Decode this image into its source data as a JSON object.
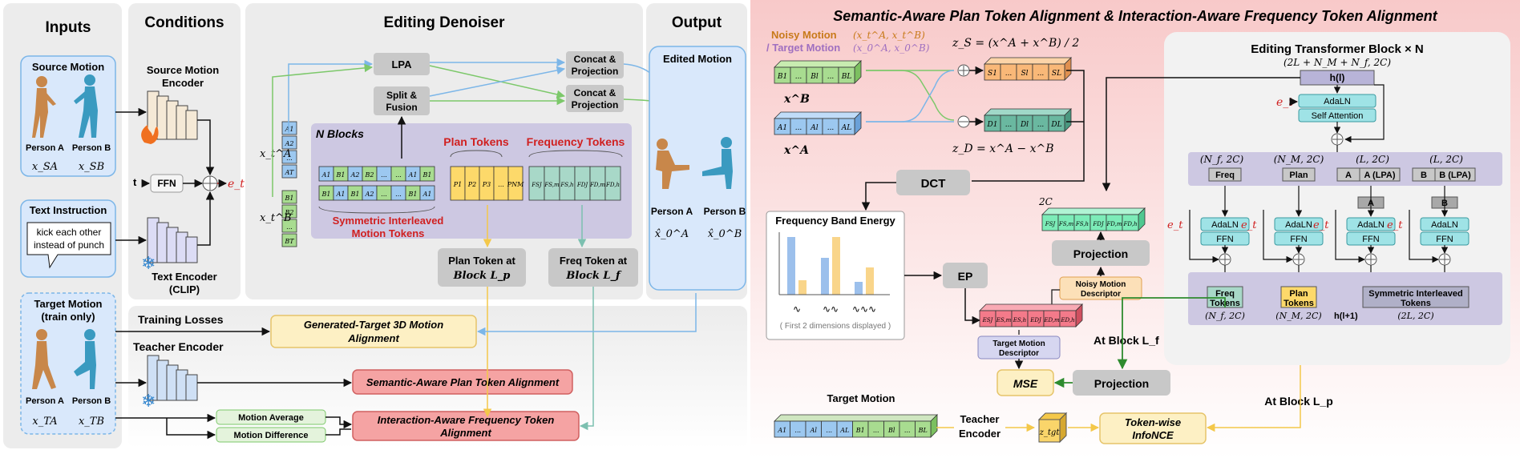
{
  "panels": {
    "inputs": "Inputs",
    "conditions": "Conditions",
    "editing_denoiser": "Editing Denoiser",
    "output": "Output"
  },
  "inputs": {
    "source_motion": "Source Motion",
    "person_a": "Person A",
    "person_b": "Person B",
    "x_sa": "x_SA",
    "x_sb": "x_SB",
    "text_instruction": "Text Instruction",
    "instruction_line1": "kick each other",
    "instruction_line2": "instead of punch",
    "target_motion": "Target Motion",
    "train_only": "(train only)",
    "x_ta": "x_TA",
    "x_tb": "x_TB"
  },
  "conditions": {
    "source_encoder_line1": "Source Motion",
    "source_encoder_line2": "Encoder",
    "t": "t",
    "ffn": "FFN",
    "e_t": "e_t",
    "text_encoder_line1": "Text Encoder",
    "text_encoder_line2": "(CLIP)",
    "teacher_encoder": "Teacher Encoder",
    "motion_average": "Motion Average",
    "motion_difference": "Motion Difference"
  },
  "denoiser": {
    "lpa": "LPA",
    "split_fusion_line1": "Split &",
    "split_fusion_line2": "Fusion",
    "concat_line1": "Concat &",
    "concat_line2": "Projection",
    "n_blocks": "N Blocks",
    "plan_tokens": "Plan Tokens",
    "frequency_tokens": "Frequency Tokens",
    "sym_line1": "Symmetric Interleaved",
    "sym_line2": "Motion Tokens",
    "x_ta_t": "x_t^A",
    "x_tb_t": "x_t^B",
    "stack_a": [
      "A1",
      "A2",
      "...",
      "AT"
    ],
    "stack_b": [
      "B1",
      "B2",
      "...",
      "BT"
    ],
    "row_top": [
      "A1",
      "B1",
      "A2",
      "B2",
      "...",
      "...",
      "A1",
      "B1"
    ],
    "row_bot": [
      "B1",
      "A1",
      "B1",
      "A2",
      "...",
      "...",
      "B1",
      "A1"
    ],
    "plan_cells": [
      "P1",
      "P2",
      "P3",
      "...",
      "PNM"
    ],
    "freq_cells": [
      "FSJ",
      "FS,m",
      "FS,h",
      "FDJ",
      "FD,m",
      "FD,h"
    ],
    "plan_token_block_line1": "Plan Token at",
    "plan_token_block_line2": "Block L_p",
    "freq_token_block_line1": "Freq Token at",
    "freq_token_block_line2": "Block L_f"
  },
  "output": {
    "edited_motion": "Edited Motion",
    "person_a": "Person A",
    "person_b": "Person B",
    "x0a": "x̂_0^A",
    "x0b": "x̂_0^B"
  },
  "losses": {
    "title": "Training Losses",
    "gen_line1": "Generated-Target 3D Motion",
    "gen_line2": "Alignment",
    "semantic": "Semantic-Aware Plan Token Alignment",
    "interaction_line1": "Interaction-Aware Frequency Token",
    "interaction_line2": "Alignment"
  },
  "right": {
    "title": "Semantic-Aware Plan Token Alignment & Interaction-Aware Frequency Token Alignment",
    "noisy_motion": "Noisy Motion",
    "noisy_motion_sym": "(x_t^A, x_t^B)",
    "target_motion_lbl": "/ Target Motion",
    "target_motion_sym": "(x_0^A, x_0^B)",
    "xb_cells": [
      "B1",
      "...",
      "Bl",
      "...",
      "BL"
    ],
    "xa_cells": [
      "A1",
      "...",
      "Al",
      "...",
      "AL"
    ],
    "xb": "x^B",
    "xa": "x^A",
    "zs_eq": "z_S = (x^A + x^B) / 2",
    "zd_eq": "z_D = x^A − x^B",
    "zs_cells": [
      "S1",
      "...",
      "Sl",
      "...",
      "SL"
    ],
    "zd_cells": [
      "D1",
      "...",
      "Dl",
      "...",
      "DL"
    ],
    "dct": "DCT",
    "fbe_title": "Frequency Band Energy",
    "fbe_note": "( First 2 dimensions displayed )",
    "fbe_ticks": [
      "∿",
      "∿∿",
      "∿∿∿"
    ],
    "ep": "EP",
    "two_c": "2C",
    "proj_cells": [
      "FSJ",
      "FS,m",
      "FS,h",
      "FDJ",
      "FD,m",
      "FD,h"
    ],
    "red_cells": [
      "ESJ",
      "ES,m",
      "ES,h",
      "EDJ",
      "ED,m",
      "ED,h"
    ],
    "projection": "Projection",
    "noisy_desc_line1": "Noisy Motion",
    "noisy_desc_line2": "Descriptor",
    "target_desc_line1": "Target Motion",
    "target_desc_line2": "Descriptor",
    "at_block_lf": "At Block L_f",
    "mse": "MSE",
    "projection2": "Projection",
    "target_motion": "Target Motion",
    "teacher_line1": "Teacher",
    "teacher_line2": "Encoder",
    "z_tgt": "z_tgt",
    "infonce_line1": "Token-wise",
    "infonce_line2": "InfoNCE",
    "at_block_lp": "At Block L_p",
    "bottom_cells": [
      "A1",
      "...",
      "Al",
      "...",
      "AL",
      "B1",
      "...",
      "Bl",
      "...",
      "BL"
    ]
  },
  "block": {
    "title": "Editing Transformer Block × N",
    "dims": "(2L + N_M + N_f, 2C)",
    "h_in": "h(l)",
    "et": "e_t",
    "adaln": "AdaLN",
    "self_attention": "Self Attention",
    "col_dims": [
      "(N_f, 2C)",
      "(N_M, 2C)",
      "(L, 2C)",
      "(L, 2C)"
    ],
    "col_heads": [
      "Freq",
      "Plan",
      "A",
      "A (LPA)",
      "B",
      "B (LPA)"
    ],
    "a": "A",
    "b": "B",
    "ffn": "FFN",
    "freq_tokens_line1": "Freq",
    "freq_tokens_line2": "Tokens",
    "plan_tokens_line1": "Plan",
    "plan_tokens_line2": "Tokens",
    "sym_line1": "Symmetric Interleaved",
    "sym_line2": "Tokens",
    "bot_dims": [
      "(N_f, 2C)",
      "(N_M, 2C)",
      "(2L, 2C)"
    ],
    "h_out": "h(l+1)"
  },
  "colors": {
    "panel_gray": "#ececec",
    "blue_box": "#d9e8fb",
    "plan_yellow": "#fdd96a",
    "freq_teal": "#a8d8c8",
    "loss_red": "#f5a3a3",
    "loss_yellow": "#fdf0c4",
    "right_bg": "#fbd6d6",
    "block_bg": "#f2f2f2",
    "cyan": "#9fe3e6"
  }
}
